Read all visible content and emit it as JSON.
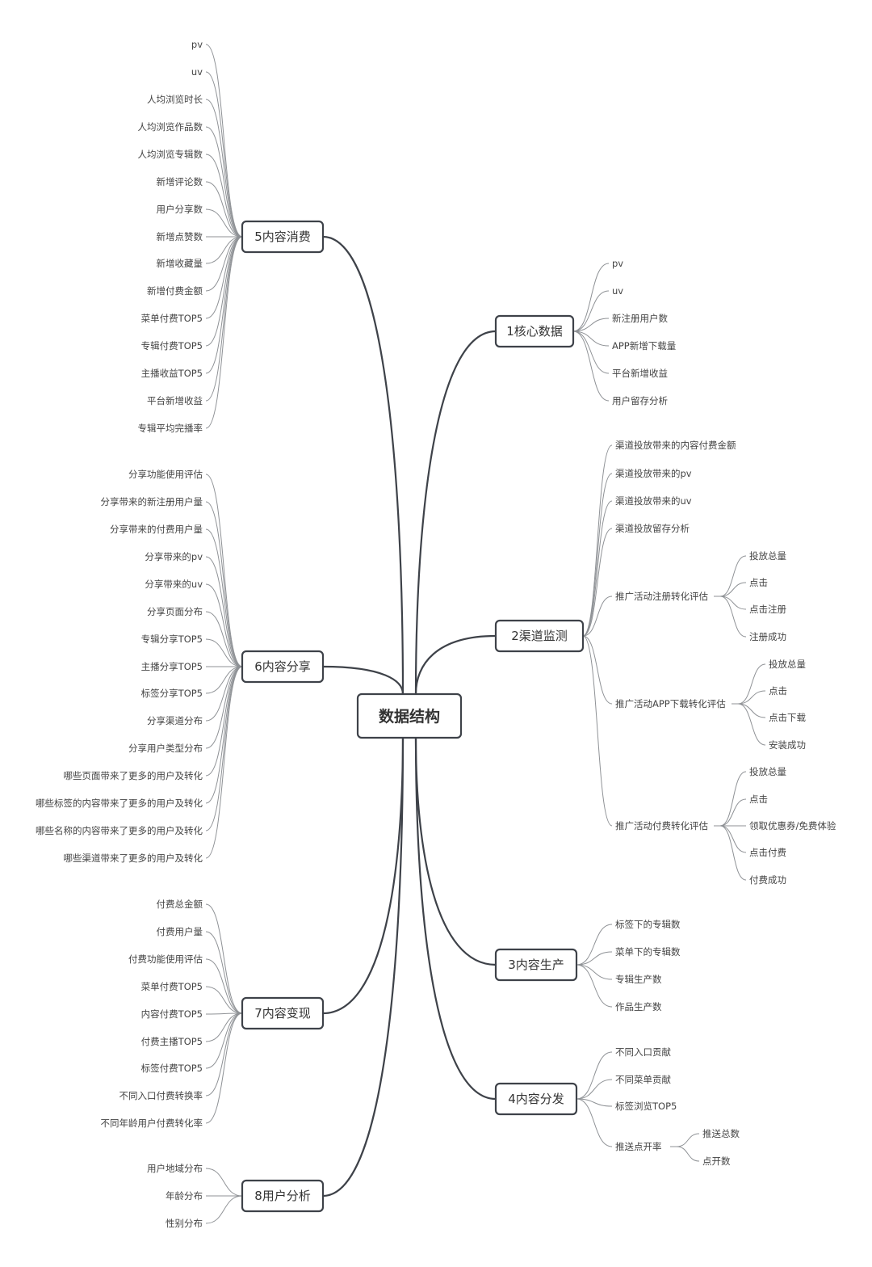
{
  "root": {
    "label": "数据结构"
  },
  "right_branches": [
    {
      "id": "b1",
      "label": "1核心数据",
      "children": [
        {
          "label": "pv"
        },
        {
          "label": "uv"
        },
        {
          "label": "新注册用户数"
        },
        {
          "label": "APP新增下载量"
        },
        {
          "label": "平台新增收益"
        },
        {
          "label": "用户留存分析"
        }
      ]
    },
    {
      "id": "b2",
      "label": "2渠道监测",
      "children": [
        {
          "label": "渠道投放带来的内容付费金额"
        },
        {
          "label": "渠道投放带来的pv"
        },
        {
          "label": "渠道投放带来的uv"
        },
        {
          "label": "渠道投放留存分析"
        },
        {
          "label": "推广活动注册转化评估",
          "children": [
            {
              "label": "投放总量"
            },
            {
              "label": "点击"
            },
            {
              "label": "点击注册"
            },
            {
              "label": "注册成功"
            }
          ]
        },
        {
          "label": "推广活动APP下载转化评估",
          "children": [
            {
              "label": "投放总量"
            },
            {
              "label": "点击"
            },
            {
              "label": "点击下载"
            },
            {
              "label": "安装成功"
            }
          ]
        },
        {
          "label": "推广活动付费转化评估",
          "children": [
            {
              "label": "投放总量"
            },
            {
              "label": "点击"
            },
            {
              "label": "领取优惠券/免费体验"
            },
            {
              "label": "点击付费"
            },
            {
              "label": "付费成功"
            }
          ]
        }
      ]
    },
    {
      "id": "b3",
      "label": "3内容生产",
      "children": [
        {
          "label": "标签下的专辑数"
        },
        {
          "label": "菜单下的专辑数"
        },
        {
          "label": "专辑生产数"
        },
        {
          "label": "作品生产数"
        }
      ]
    },
    {
      "id": "b4",
      "label": "4内容分发",
      "children": [
        {
          "label": "不同入口贡献"
        },
        {
          "label": "不同菜单贡献"
        },
        {
          "label": "标签浏览TOP5"
        },
        {
          "label": "推送点开率",
          "children": [
            {
              "label": "推送总数"
            },
            {
              "label": "点开数"
            }
          ]
        }
      ]
    }
  ],
  "left_branches": [
    {
      "id": "b5",
      "label": "5内容消费",
      "children": [
        {
          "label": "pv"
        },
        {
          "label": "uv"
        },
        {
          "label": "人均浏览时长"
        },
        {
          "label": "人均浏览作品数"
        },
        {
          "label": "人均浏览专辑数"
        },
        {
          "label": "新增评论数"
        },
        {
          "label": "用户分享数"
        },
        {
          "label": "新增点赞数"
        },
        {
          "label": "新增收藏量"
        },
        {
          "label": "新增付费金额"
        },
        {
          "label": "菜单付费TOP5"
        },
        {
          "label": "专辑付费TOP5"
        },
        {
          "label": "主播收益TOP5"
        },
        {
          "label": "平台新增收益"
        },
        {
          "label": "专辑平均完播率"
        }
      ]
    },
    {
      "id": "b6",
      "label": "6内容分享",
      "children": [
        {
          "label": "分享功能使用评估"
        },
        {
          "label": "分享带来的新注册用户量"
        },
        {
          "label": "分享带来的付费用户量"
        },
        {
          "label": "分享带来的pv"
        },
        {
          "label": "分享带来的uv"
        },
        {
          "label": "分享页面分布"
        },
        {
          "label": "专辑分享TOP5"
        },
        {
          "label": "主播分享TOP5"
        },
        {
          "label": "标签分享TOP5"
        },
        {
          "label": "分享渠道分布"
        },
        {
          "label": "分享用户类型分布"
        },
        {
          "label": "哪些页面带来了更多的用户及转化"
        },
        {
          "label": "哪些标签的内容带来了更多的用户及转化"
        },
        {
          "label": "哪些名称的内容带来了更多的用户及转化"
        },
        {
          "label": "哪些渠道带来了更多的用户及转化"
        }
      ]
    },
    {
      "id": "b7",
      "label": "7内容变现",
      "children": [
        {
          "label": "付费总金额"
        },
        {
          "label": "付费用户量"
        },
        {
          "label": "付费功能使用评估"
        },
        {
          "label": "菜单付费TOP5"
        },
        {
          "label": "内容付费TOP5"
        },
        {
          "label": "付费主播TOP5"
        },
        {
          "label": "标签付费TOP5"
        },
        {
          "label": "不同入口付费转换率"
        },
        {
          "label": "不同年龄用户付费转化率"
        }
      ]
    },
    {
      "id": "b8",
      "label": "8用户分析",
      "children": [
        {
          "label": "用户地域分布"
        },
        {
          "label": "年龄分布"
        },
        {
          "label": "性别分布"
        }
      ]
    }
  ]
}
